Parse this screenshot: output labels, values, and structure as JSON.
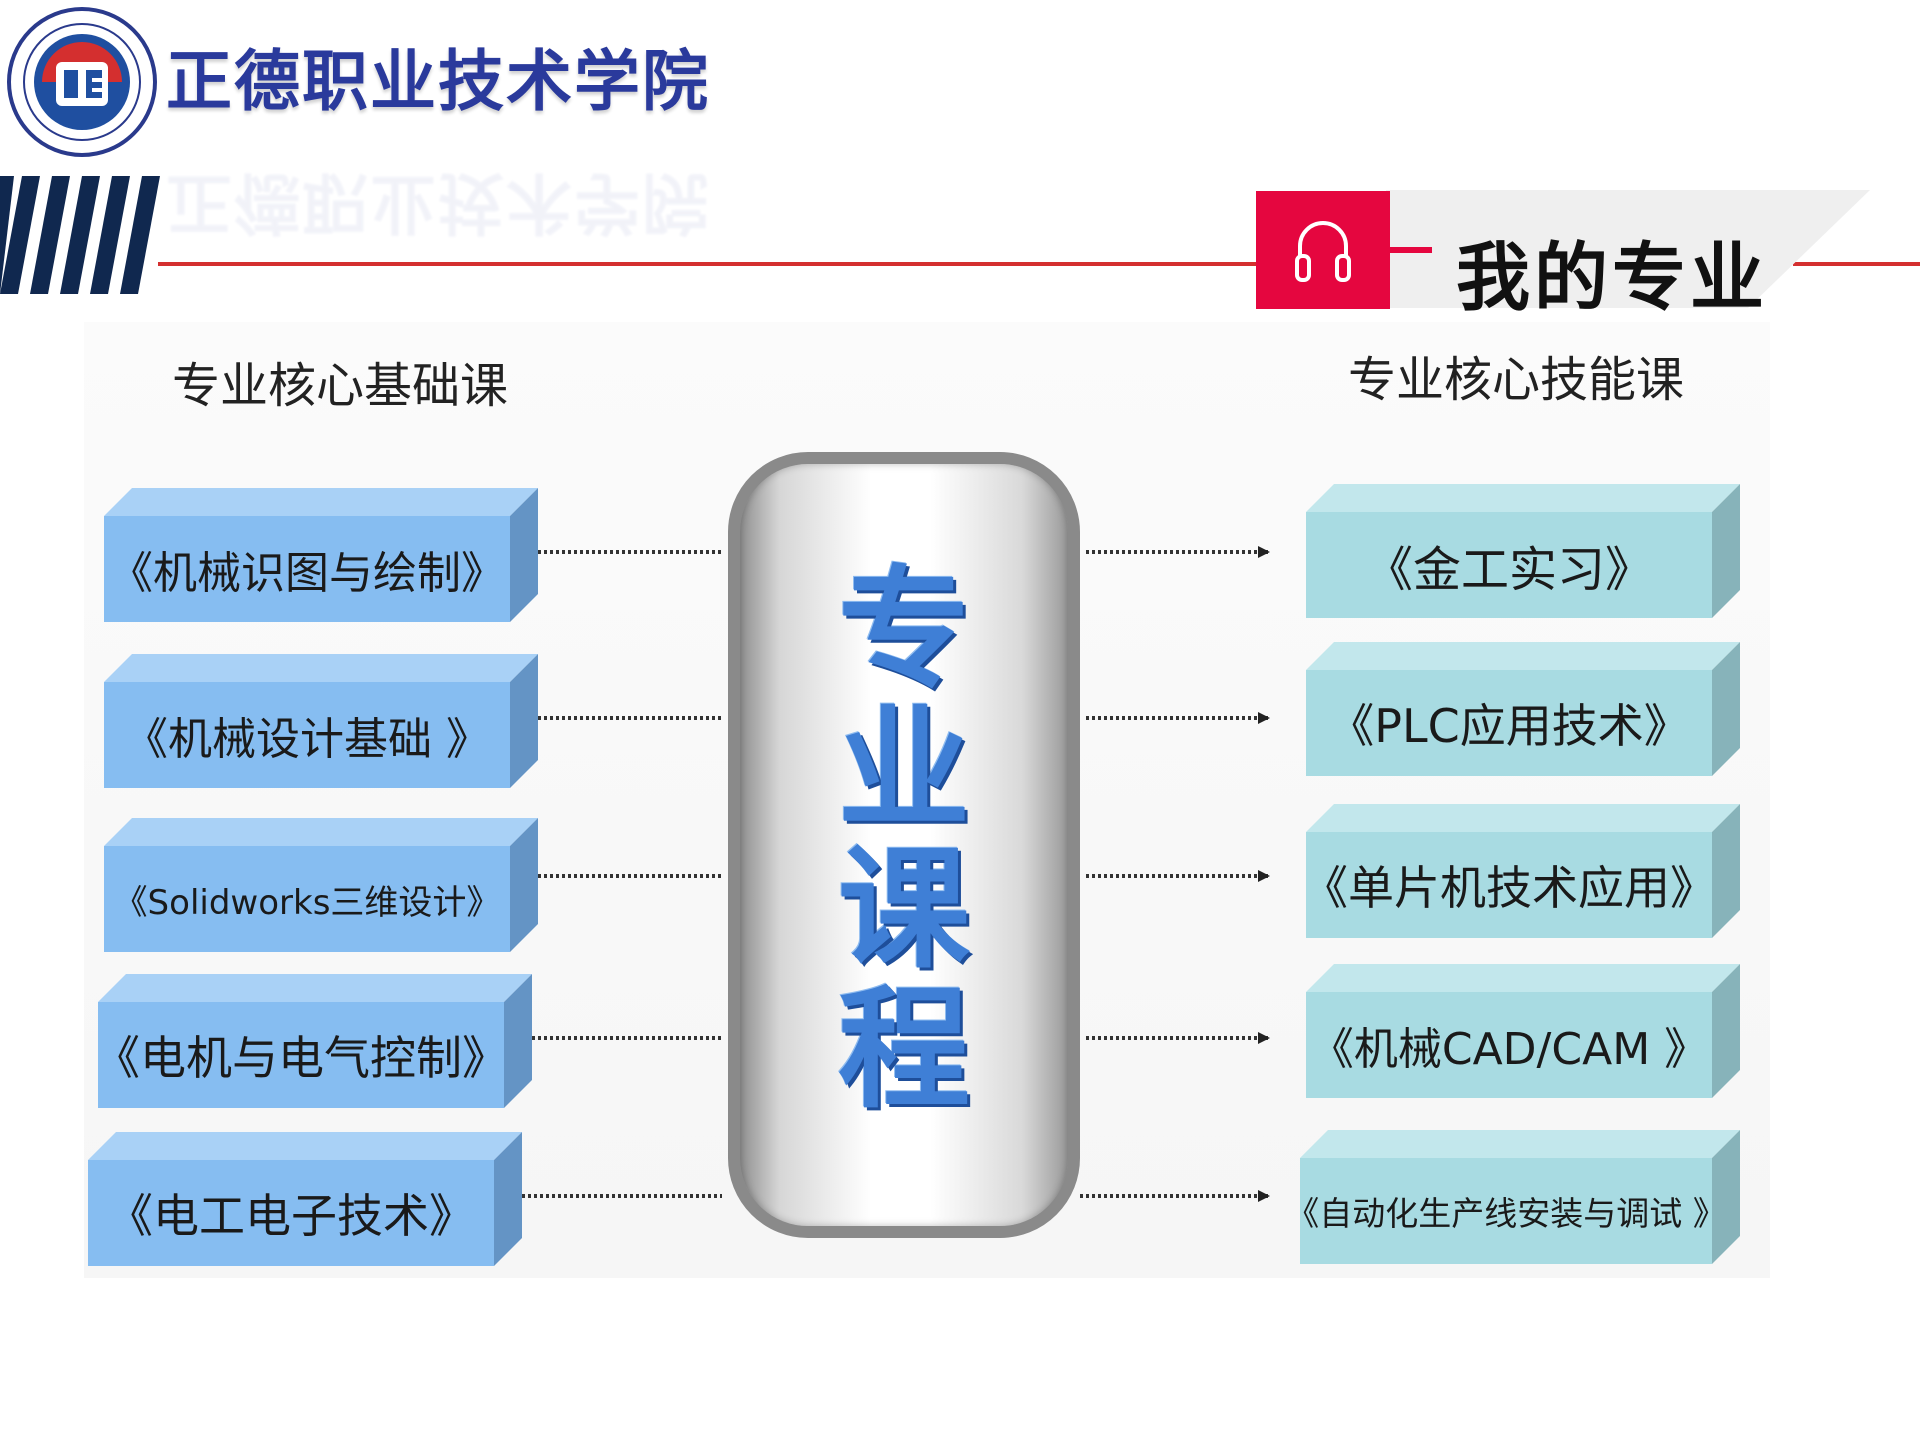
{
  "header": {
    "school_name": "正德职业技术学院",
    "section_title": "我的专业",
    "colors": {
      "brand_blue": "#2a3a9c",
      "accent_red": "#e5063f",
      "line_red": "#d42f2f"
    },
    "icons": {
      "logo": "school-emblem",
      "title_icon": "headphones-icon"
    }
  },
  "diagram": {
    "center_label": [
      "专",
      "业",
      "课",
      "程"
    ],
    "left_column": {
      "heading": "专业核心基础课",
      "color": "#86bdf1",
      "items": [
        "《机械识图与绘制》",
        "《机械设计基础 》",
        "《Solidworks三维设计》",
        "《电机与电气控制》",
        "《电工电子技术》"
      ]
    },
    "right_column": {
      "heading": "专业核心技能课",
      "color": "#a8dbe2",
      "items": [
        "《金工实习》",
        "《PLC应用技术》",
        "《单片机技术应用》",
        "《机械CAD/CAM 》",
        "《自动化生产线安装与调试 》"
      ]
    }
  }
}
